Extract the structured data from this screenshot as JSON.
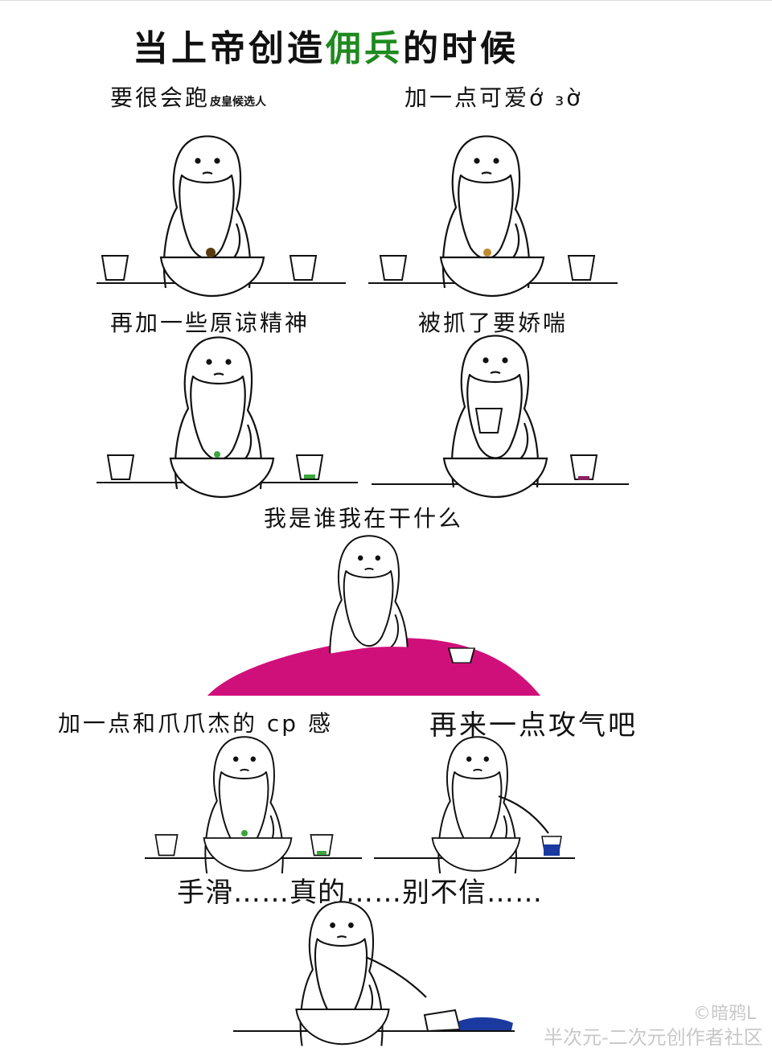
{
  "title": {
    "part1": "当上帝创造",
    "highlight": "佣兵",
    "part2": "的时候",
    "highlight_color": "#1f8a1f"
  },
  "panels": [
    {
      "caption": "要很会跑",
      "note": "皮皇候选人"
    },
    {
      "caption": "加一点可爱ớ ₃ờ"
    },
    {
      "caption": "再加一些原谅精神"
    },
    {
      "caption": "被抓了要娇喘"
    },
    {
      "caption": "我是谁我在干什么"
    },
    {
      "caption": "加一点和爪爪杰的 cp 感"
    },
    {
      "caption": "再来一点攻气吧"
    },
    {
      "caption": "手滑……真的……别不信……"
    }
  ],
  "watermark": {
    "author": "©暗鸦L",
    "site": "半次元-二次元创作者社区"
  },
  "colors": {
    "magenta": "#d0107a",
    "green": "#3aa63a",
    "blue": "#1a3aa0",
    "purple": "#8a2060"
  }
}
